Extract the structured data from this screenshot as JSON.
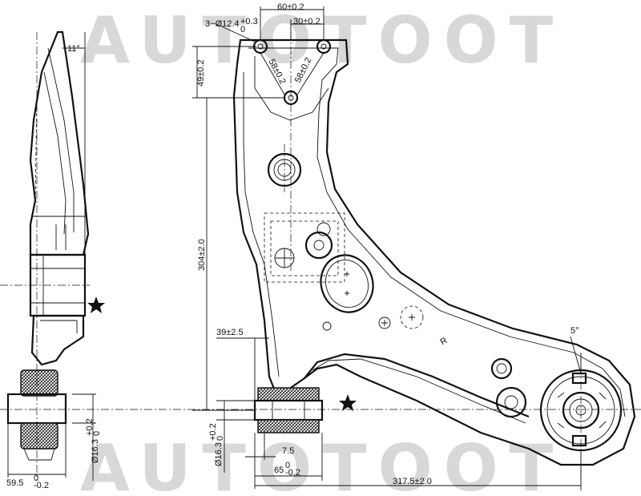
{
  "watermark": "AUTOTOOT",
  "dimensions": {
    "top_width": "60±0.2",
    "top_inner": "30±0.2",
    "holes": "3~Ø12.4",
    "holes_tol_upper": "+0.3",
    "holes_tol_lower": "0",
    "hole_angle_left": "58±0.2",
    "hole_angle_right": "58±0.2",
    "height_top": "49±0.2",
    "height_total": "304±2.0",
    "offset": "39±2.5",
    "bushing_diameter": "Ø16.3",
    "bushing_diameter_tol_upper": "+0.2",
    "bushing_diameter_tol_lower": "0",
    "side_bushing_diameter": "Ø16.3",
    "side_bushing_tol_upper": "+0.2",
    "side_bushing_tol_lower": "0",
    "bushing_inset": "7.5",
    "bushing_width": "65",
    "bushing_width_tol_upper": "0",
    "bushing_width_tol_lower": "-0.2",
    "side_width": "59.5",
    "side_width_tol_upper": "0",
    "side_width_tol_lower": "-0.2",
    "length": "317.5±2.0",
    "angle_side": "11°",
    "angle_ball": "5°",
    "side_mark": "R"
  }
}
